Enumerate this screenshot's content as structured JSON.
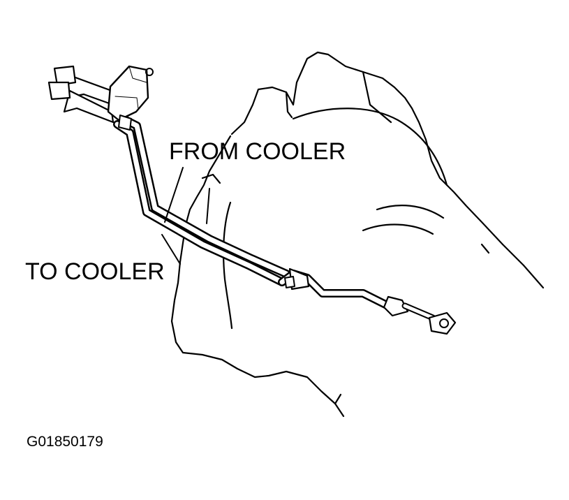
{
  "labels": {
    "from_cooler": "FROM COOLER",
    "to_cooler": "TO COOLER",
    "figure_code": "G01850179"
  },
  "colors": {
    "ink": "#000000",
    "background": "#ffffff"
  }
}
